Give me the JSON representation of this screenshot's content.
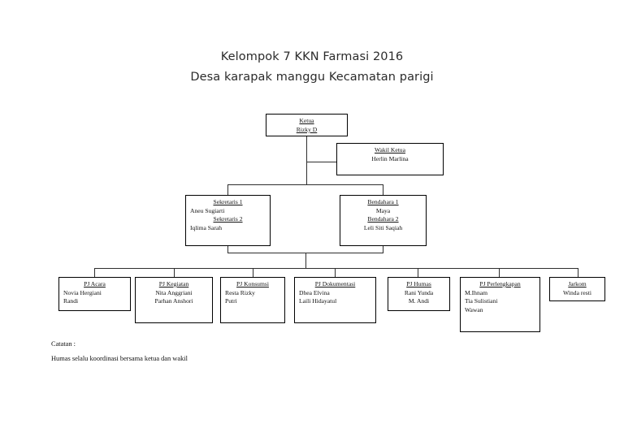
{
  "document": {
    "title_line_1": "Kelompok 7 KKN Farmasi 2016",
    "title_line_2": "Desa karapak manggu Kecamatan parigi"
  },
  "org_chart": {
    "ketua": {
      "role": "Ketua",
      "person": "Rizky D"
    },
    "wakil_ketua": {
      "role": "Wakil Ketua",
      "person": "Herlin Marlina"
    },
    "sekretaris": {
      "role_1": "Sekretaris 1",
      "person_1": "Aneu Sugiarti",
      "role_2": "Sekretaris 2",
      "person_2": "Iqlima Sarah"
    },
    "bendahara": {
      "role_1": "Bendahara 1",
      "person_1": "Maya",
      "role_2": "Bendahara 2",
      "person_2": "Leli Siti Saqiah"
    },
    "divisions": [
      {
        "role": "PJ Acara",
        "members": [
          "Novia Hergiani",
          "Randi"
        ]
      },
      {
        "role": "PJ Kegiatan",
        "members": [
          "Nita Anggriani",
          "Parhan Anshori"
        ]
      },
      {
        "role": "PJ Konsumsi",
        "members": [
          "Resta Rizky",
          "Putri"
        ]
      },
      {
        "role": "PJ Dokumentasi",
        "members": [
          "Dhea Elvina",
          "Laili Hidayatul"
        ]
      },
      {
        "role": "PJ Humas",
        "members": [
          "Rani Yunda",
          "M. Andi"
        ]
      },
      {
        "role": "PJ Perlengkapan",
        "members": [
          "M.Ihnam",
          "Tia Sulistiani",
          "Wawan"
        ]
      },
      {
        "role": "Jarkom",
        "members": [
          "Winda resti"
        ]
      }
    ]
  },
  "footer": {
    "note_label": "Catatan :",
    "note_text": "Humas selalu koordinasi bersama ketua dan wakil"
  }
}
